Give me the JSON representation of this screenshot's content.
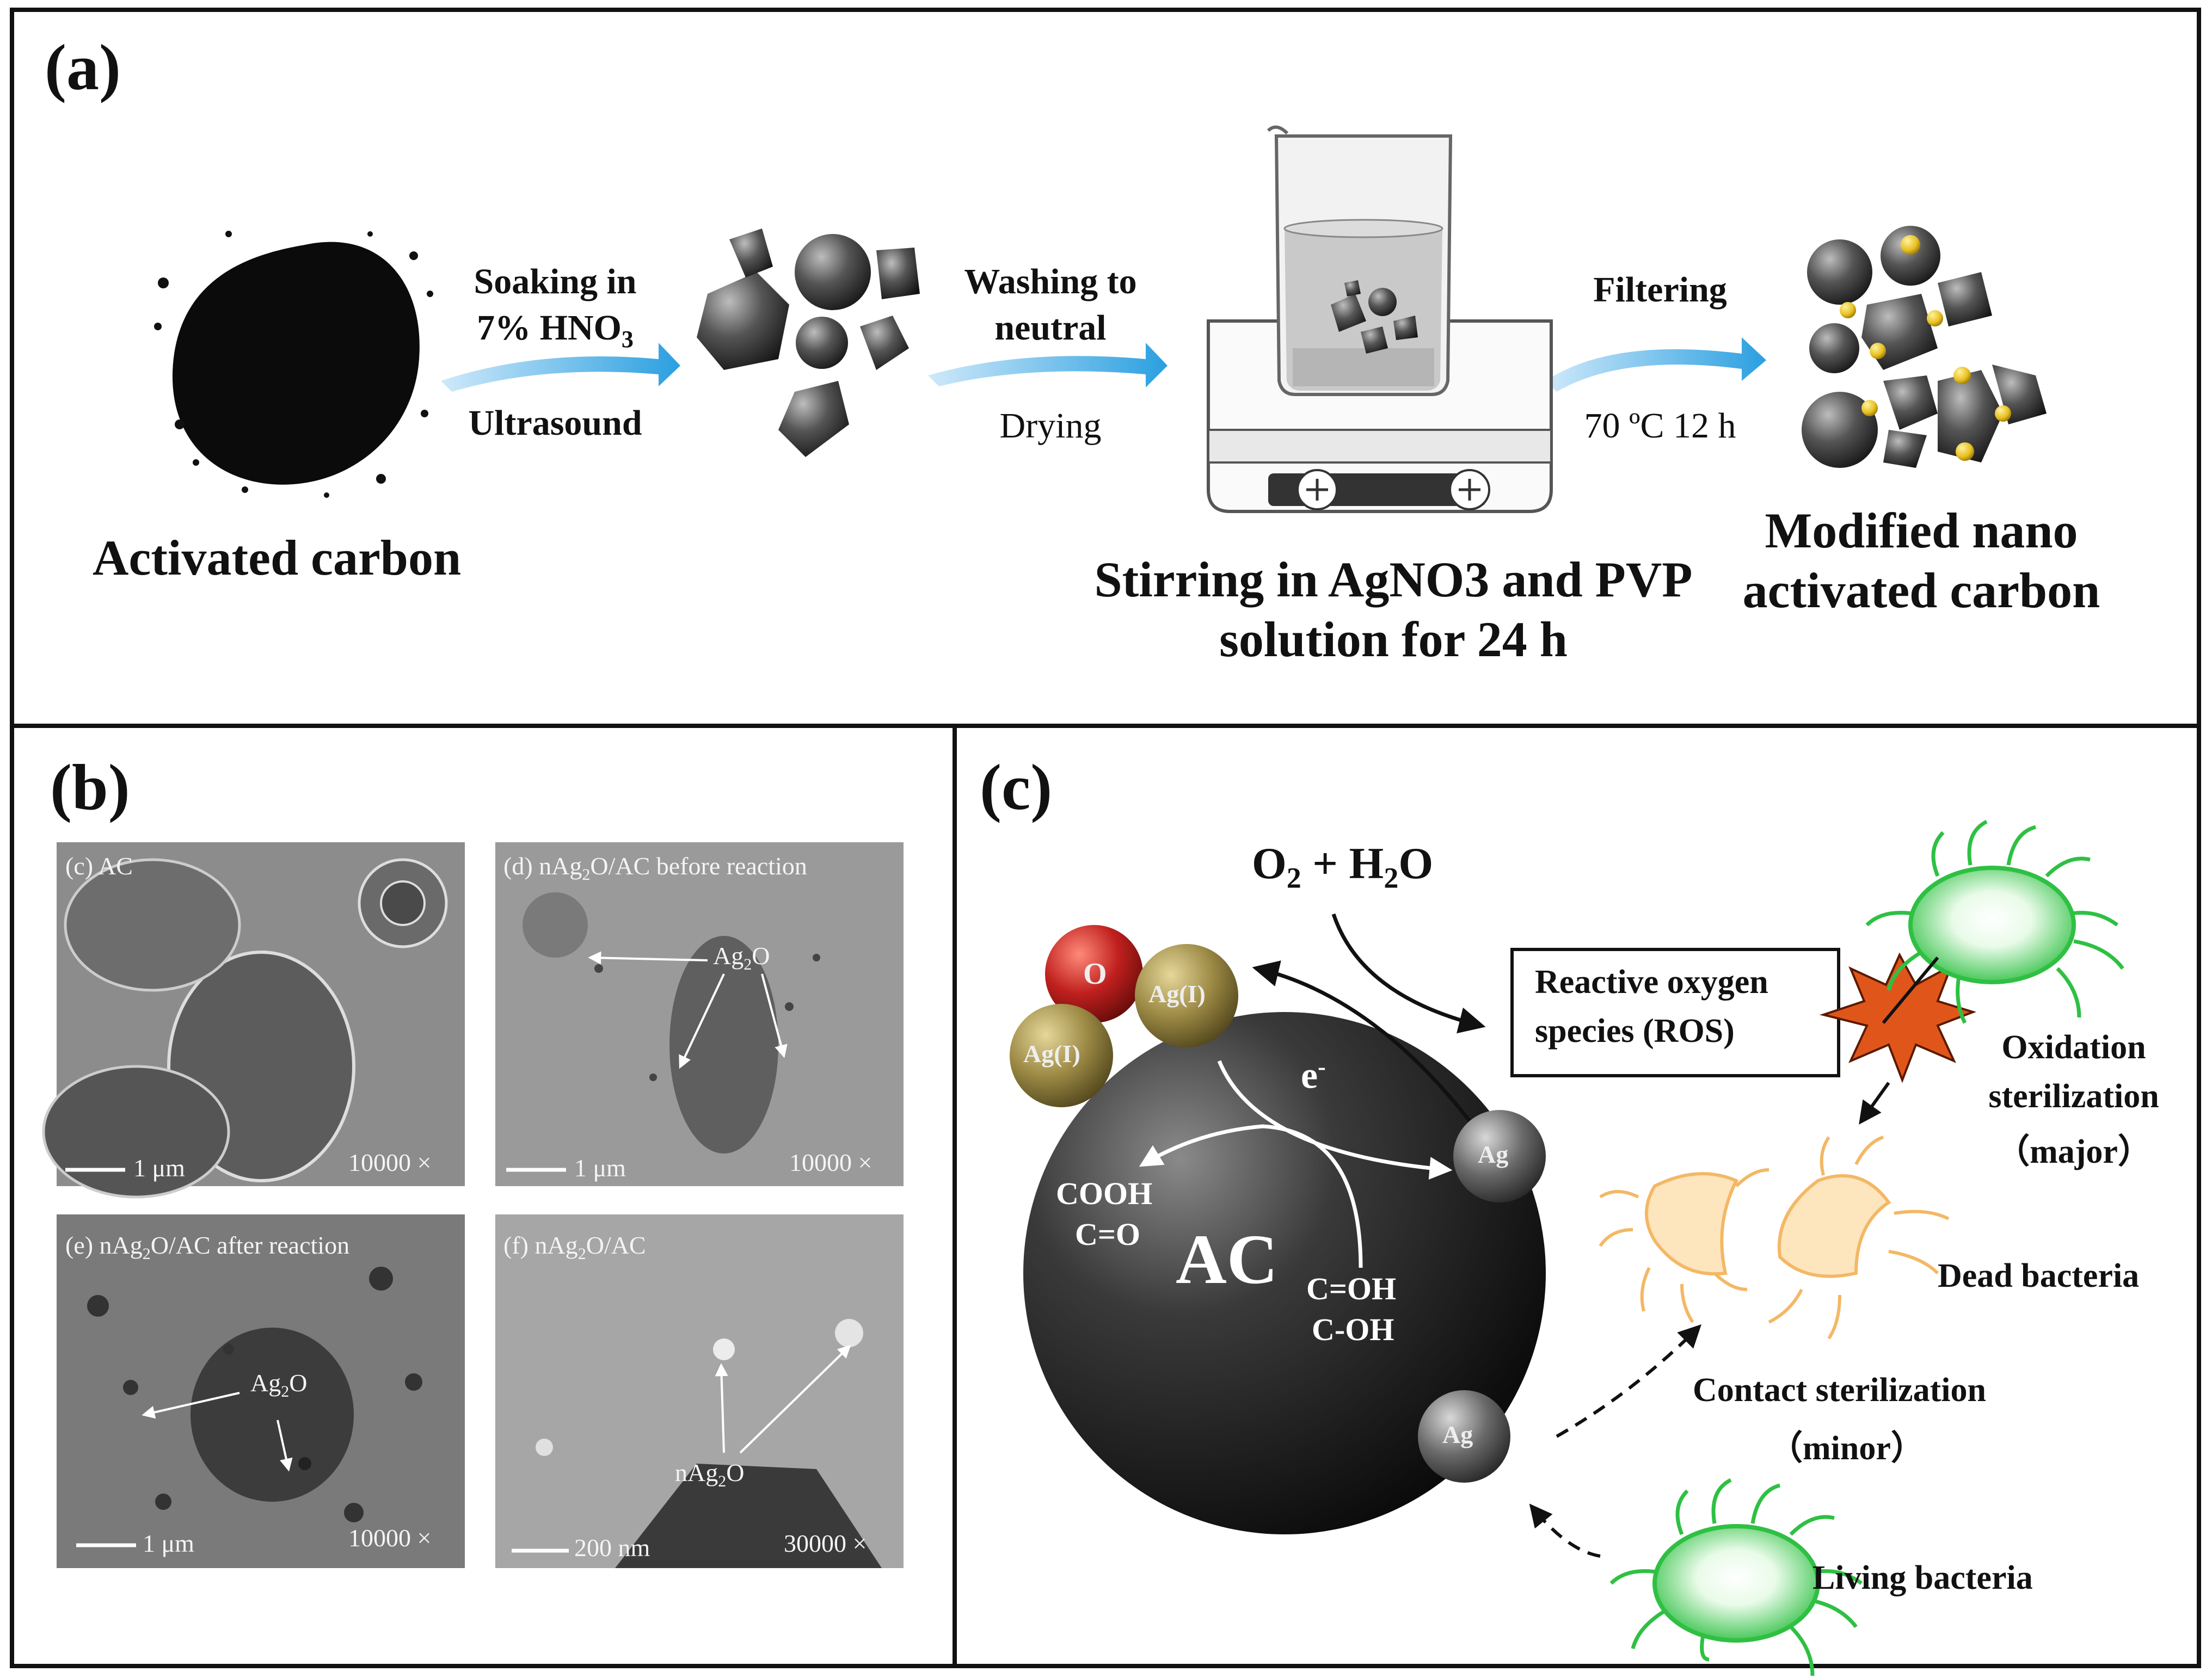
{
  "panel_a": {
    "letter": "(a)",
    "activated_carbon": "Activated carbon",
    "step1_top_line1": "Soaking in",
    "step1_top_line2": "7% HNO",
    "step1_top_sub": "3",
    "step1_bottom": "Ultrasound",
    "step2_top_line1": "Washing to",
    "step2_top_line2": "neutral",
    "step2_bottom": "Drying",
    "stirring_line1": "Stirring in AgNO3 and PVP",
    "stirring_line2": "solution for 24 h",
    "step3_top": "Filtering",
    "step3_bottom": "70 ºC 12 h",
    "modified_line1": "Modified nano",
    "modified_line2": "activated carbon"
  },
  "panel_b": {
    "letter": "(b)",
    "ag2o": "Ag",
    "ag2o_sub": "2",
    "ag2o_o": "O",
    "images": [
      {
        "label": "(c) AC",
        "scale_bar": "1 μm",
        "mag": "10000 ×"
      },
      {
        "label_pre": "(d) nAg",
        "label_sub": "2",
        "label_post": "O/AC before reaction",
        "scale_bar": "1 μm",
        "mag": "10000 ×"
      },
      {
        "label_pre": "(e) nAg",
        "label_sub": "2",
        "label_post": "O/AC after reaction",
        "scale_bar": "1 μm",
        "mag": "10000 ×"
      },
      {
        "label_pre": "(f) nAg",
        "label_sub": "2",
        "label_post": "O/AC",
        "scale_bar": "200 nm",
        "mag": "30000 ×",
        "n_label": "nAg"
      }
    ]
  },
  "panel_c": {
    "letter": "(c)",
    "o2": "O",
    "o2_sub": "2",
    "plus_h": " + H",
    "h2o_sub": "2",
    "h2o_o": "O",
    "o_atom": "O",
    "agI": "Ag(I)",
    "ag": "Ag",
    "electron": "e",
    "electron_sup": "-",
    "cooh": "COOH",
    "c_eq_o": "C=O",
    "ac": "AC",
    "c_eq_oh": "C=OH",
    "c_oh": "C-OH",
    "ros_line1": "Reactive oxygen",
    "ros_line2": "species (ROS)",
    "oxidation_line1": "Oxidation",
    "oxidation_line2": "sterilization",
    "oxidation_line3": "（major）",
    "dead_bacteria": "Dead bacteria",
    "contact_line1": "Contact  sterilization",
    "contact_line2": "（minor）",
    "living_bacteria": "Living bacteria"
  },
  "colors": {
    "arrow_blue": "#2a9fe0",
    "silver_yellow": "#e8c020",
    "ros_star": "#e0561a",
    "bacteria_green": "#2fc043",
    "dead_orange": "#f3b865",
    "ag_gold": "#9c8a45",
    "o_red": "#c0201e"
  }
}
